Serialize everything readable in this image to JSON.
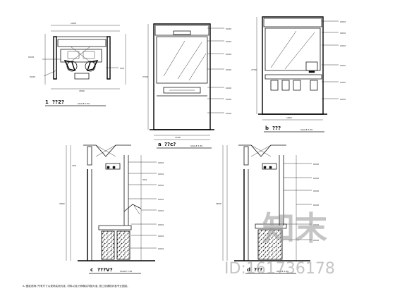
{
  "drawing": {
    "views": [
      {
        "id": "plan",
        "title_num": "1",
        "title": "??2?",
        "scale_note": "SCALE 1:50"
      },
      {
        "id": "elev-front",
        "title_num": "a",
        "title": "??c?",
        "scale_note": "SCALE 1:50"
      },
      {
        "id": "elev-side",
        "title_num": "b",
        "title": "???",
        "scale_note": "SCALE 1:50"
      },
      {
        "id": "section-1",
        "title_num": "c",
        "title": "???V?",
        "scale_note": "SCALE 1:20"
      },
      {
        "id": "section-2",
        "title_num": "d",
        "title": "???",
        "scale_note": "SCALE 1:20"
      }
    ],
    "footnote": "A. 图纸说明: 所有尺寸以现场实测为准, 材料以设计师确认样板为准, 施工前请核对各专业图纸。",
    "watermark": {
      "brand": "知末",
      "id_text": "ID:161736178"
    },
    "colors": {
      "line": "#111111",
      "watermark": "#9a9a9a",
      "paper": "#ffffff"
    }
  }
}
